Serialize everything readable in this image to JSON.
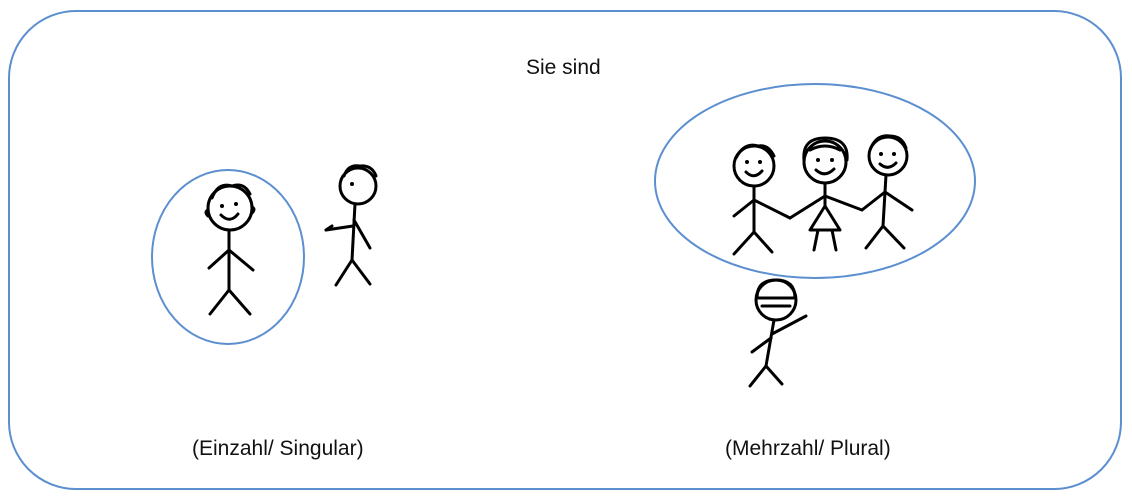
{
  "heading": "Sie sind",
  "captions": {
    "singular": "(Einzahl/ Singular)",
    "plural": "(Mehrzahl/ Plural)"
  },
  "icons": {
    "singular_group": [
      "stick-figure-smiling",
      "stick-figure-pointing"
    ],
    "plural_group": [
      "stick-figure-smiling",
      "stick-figure-girl-dress",
      "stick-figure-smiling",
      "stick-figure-waving"
    ]
  },
  "colors": {
    "outline": "#5b8fd0",
    "figures": "#000000",
    "text": "#111111"
  }
}
